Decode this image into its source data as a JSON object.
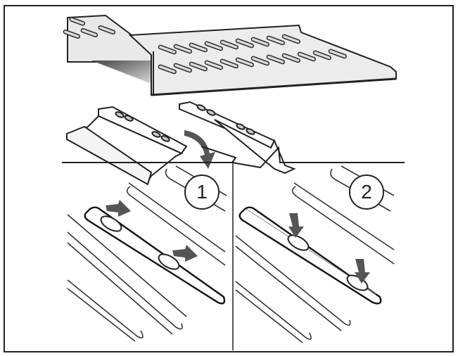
{
  "diagram": {
    "type": "instruction-illustration",
    "subject": "Shelf bracket clip installation",
    "top_panel": {
      "description": "Perforated shelf with slotted holes; two clip brackets shown below, curved arrow indicating clip moving up into shelf"
    },
    "panels": [
      {
        "step": "1",
        "description": "Clip tabs inserted into slot, arrows pointing along slot direction (slide)"
      },
      {
        "step": "2",
        "description": "Clip tabs pressed down into slot, arrows pointing downward (press)"
      }
    ],
    "colors": {
      "line": "#222222",
      "arrow": "#555555",
      "shelf_fill": "#e8e8e8",
      "shadow": "#777777",
      "frame": "#222222",
      "background": "#ffffff"
    }
  }
}
